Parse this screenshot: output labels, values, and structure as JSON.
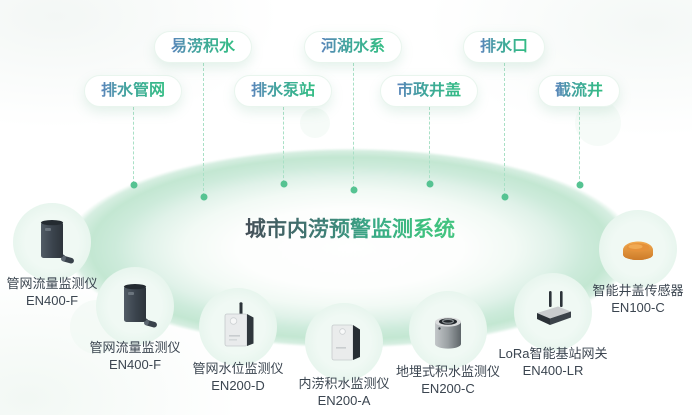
{
  "title": "城市内涝预警监测系统",
  "tags": [
    {
      "label": "排水管网"
    },
    {
      "label": "易涝积水"
    },
    {
      "label": "排水泵站"
    },
    {
      "label": "河湖水系"
    },
    {
      "label": "市政井盖"
    },
    {
      "label": "排水口"
    },
    {
      "label": "截流井"
    }
  ],
  "devices": [
    {
      "name": "管网流量监测仪",
      "model": "EN400-F",
      "icon": "pipeline-flow-meter"
    },
    {
      "name": "管网流量监测仪",
      "model": "EN400-F",
      "icon": "pipeline-flow-meter"
    },
    {
      "name": "管网水位监测仪",
      "model": "EN200-D",
      "icon": "pipeline-level-meter"
    },
    {
      "name": "内涝积水监测仪",
      "model": "EN200-A",
      "icon": "waterlogging-monitor"
    },
    {
      "name": "地埋式积水监测仪",
      "model": "EN200-C",
      "icon": "buried-water-monitor"
    },
    {
      "name": "LoRa智能基站网关",
      "model": "EN400-LR",
      "icon": "lora-gateway"
    },
    {
      "name": "智能井盖传感器",
      "model": "EN100-C",
      "icon": "manhole-cover-sensor"
    }
  ],
  "colors": {
    "accent_green": "#3ec07f",
    "accent_blue": "#5b85bb",
    "ellipse_band": "#c3e7d2",
    "line_dash": "#a9e0c6",
    "dot": "#56c392",
    "label_text": "#3b4550",
    "manhole_orange": "#e5913a"
  }
}
